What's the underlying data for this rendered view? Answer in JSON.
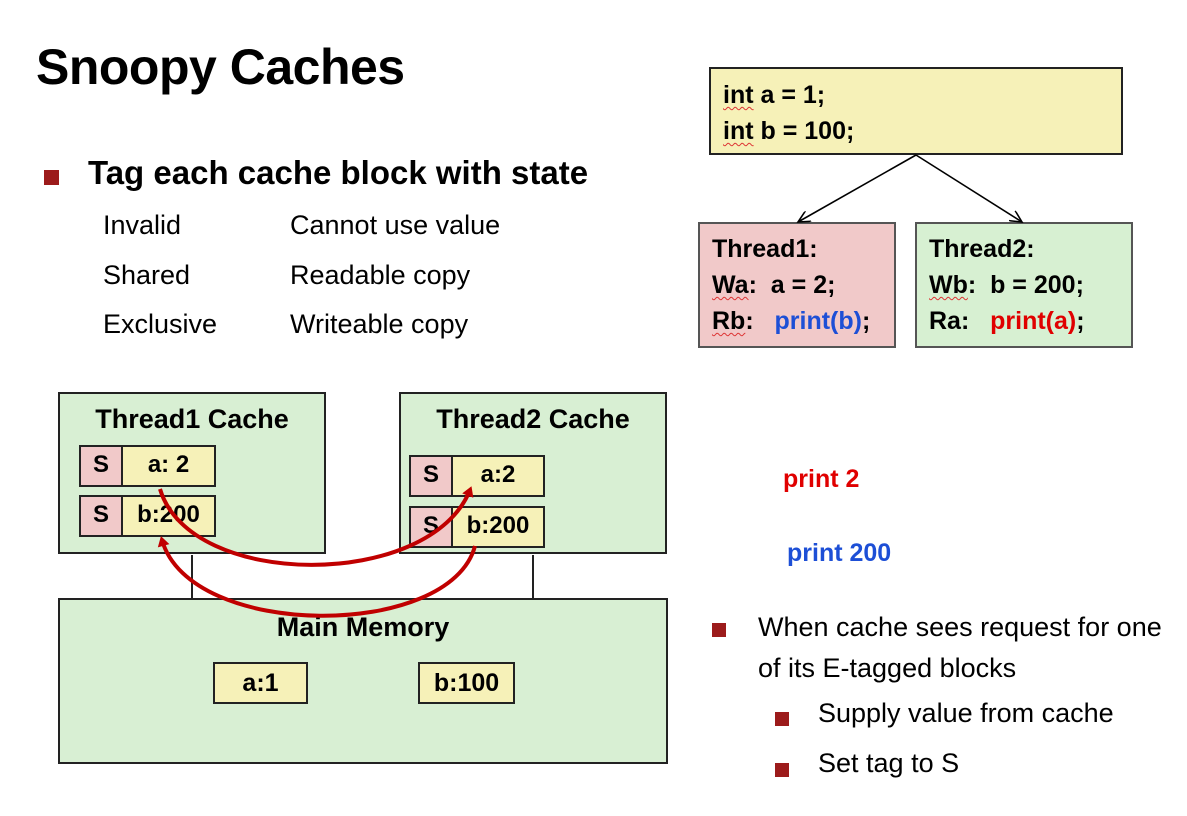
{
  "title": "Snoopy Caches",
  "main_bullet": "Tag each cache block with state",
  "states": [
    {
      "name": "Invalid",
      "desc": "Cannot use value"
    },
    {
      "name": "Shared",
      "desc": "Readable copy"
    },
    {
      "name": "Exclusive",
      "desc": "Writeable copy"
    }
  ],
  "code": {
    "decl_a_kw": "int",
    "decl_a_rest": " a = 1;",
    "decl_b_kw": "int",
    "decl_b_rest": " b = 100;"
  },
  "thread1": {
    "title": "Thread1:",
    "line1_label": "Wa",
    "line1_rest": ":  a = 2;",
    "line2_label": "Rb",
    "line2_sep": ":   ",
    "line2_call": "print(b)",
    "line2_end": ";"
  },
  "thread2": {
    "title": "Thread2:",
    "line1_label": "Wb",
    "line1_rest": ":  b = 200;",
    "line2_label": "Ra:   ",
    "line2_call": "print(a)",
    "line2_end": ";"
  },
  "cache1": {
    "title": "Thread1 Cache",
    "rows": [
      {
        "tag": "S",
        "value": "a: 2"
      },
      {
        "tag": "S",
        "value": "b:200"
      }
    ]
  },
  "cache2": {
    "title": "Thread2 Cache",
    "rows": [
      {
        "tag": "S",
        "value": "a:2"
      },
      {
        "tag": "S",
        "value": "b:200"
      }
    ]
  },
  "memory": {
    "title": "Main Memory",
    "cells": [
      "a:1",
      "b:100"
    ]
  },
  "outputs": {
    "print_a": "print 2",
    "print_b": "print 200"
  },
  "notes": {
    "main": "When cache sees request for one of its E-tagged blocks",
    "sub": [
      "Supply value from cache",
      "Set tag to S"
    ]
  },
  "colors": {
    "bullet": "#9c1b1b",
    "arrow": "#c00000",
    "print_red": "#e00000",
    "print_blue": "#1d4fd6",
    "cache_green": "#d8efd3",
    "value_yellow": "#f6f1b8",
    "tag_pink": "#f1c9c9"
  }
}
